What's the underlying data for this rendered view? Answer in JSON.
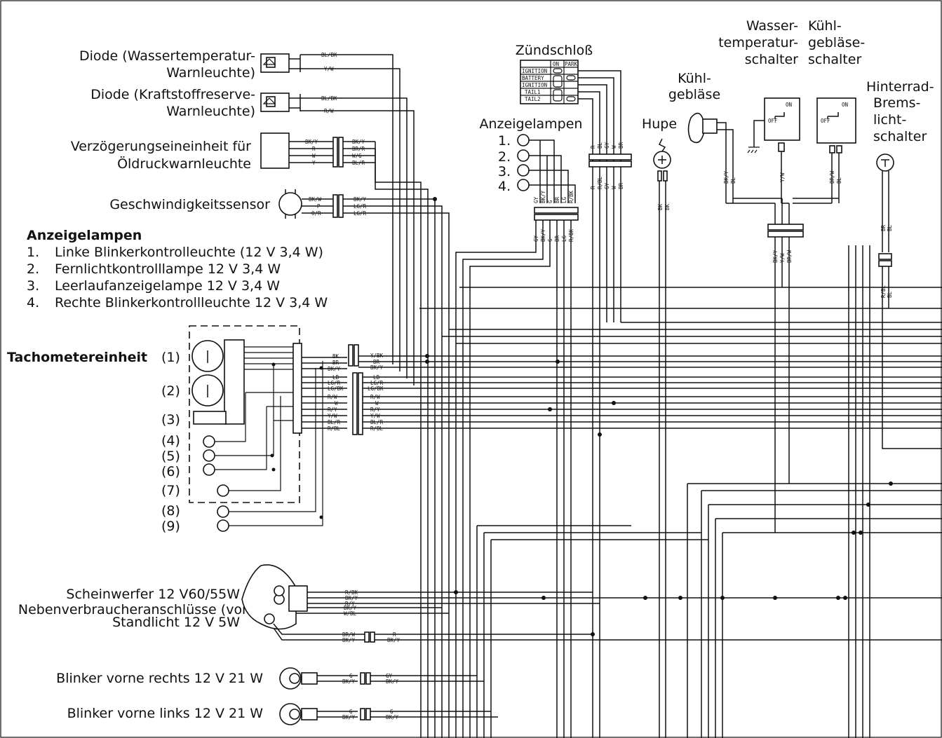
{
  "labels": {
    "diode_water_1": "Diode (Wassertemperatur-",
    "diode_water_2": "Warnleuchte)",
    "diode_fuel_1": "Diode (Kraftstoffreserve-",
    "diode_fuel_2": "Warnleuchte)",
    "delay_1": "Verzögerungseineinheit für",
    "delay_2": "Öldruckwarnleuchte",
    "speed_sensor": "Geschwindigkeitssensor",
    "ignition": "Zündschloß",
    "indicator_lamps_top": "Anzeigelampen",
    "horn": "Hupe",
    "fan_1": "Kühl-",
    "fan_2": "gebläse",
    "water_sw_1": "Wasser-",
    "water_sw_2": "temperatur-",
    "water_sw_3": "schalter",
    "fan_sw_1": "Kühl-",
    "fan_sw_2": "gebläse-",
    "fan_sw_3": "schalter",
    "brake_1": "Hinterrad-",
    "brake_2": "Brems-",
    "brake_3": "licht-",
    "brake_4": "schalter",
    "tacho": "Tachometereinheit",
    "aux": "Nebenverbraucheranschlüsse (vorn)",
    "headlight": "Scheinwerfer 12 V60/55W",
    "parking": "Standlicht 12 V 5W",
    "turn_fr": "Blinker vorne rechts 12 V 21 W",
    "turn_fl": "Blinker vorne links 12 V 21 W"
  },
  "legend": {
    "title": "Anzeigelampen",
    "items": [
      {
        "num": "1.",
        "text": "Linke Blinkerkontrolleuchte (12 V 3,4 W)"
      },
      {
        "num": "2.",
        "text": "Fernlichtkontrolllampe 12 V 3,4 W"
      },
      {
        "num": "3.",
        "text": "Leerlaufanzeigelampe 12 V 3,4 W"
      },
      {
        "num": "4.",
        "text": "Rechte Blinkerkontrollleuchte 12 V 3,4 W"
      }
    ]
  },
  "lamp_numbers": [
    "1.",
    "2.",
    "3.",
    "4."
  ],
  "tacho_terminals": [
    "(1)",
    "(2)",
    "(3)",
    "(4)",
    "(5)",
    "(6)",
    "(7)",
    "(8)",
    "(9)"
  ],
  "ignition_table": {
    "headers": [
      "ON",
      "PARK"
    ],
    "rows": [
      "IGNITION",
      "BATTERY",
      "IGNITION",
      "TAIL1",
      "TAIL2"
    ]
  },
  "switch_text": {
    "on": "ON",
    "off": "OFF"
  },
  "wire_codes": {
    "diode1": [
      "BL/BK",
      "Y/W"
    ],
    "diode2": [
      "BL/BK",
      "R/W"
    ],
    "delay_left": [
      "BK/Y",
      "R",
      "W",
      "Y"
    ],
    "delay_right": [
      "BK/Y",
      "BR/R",
      "W/G",
      "BL/R"
    ],
    "speed_left": [
      "BK/W",
      "P",
      "O/R"
    ],
    "speed_right": [
      "BK/Y",
      "LG/R",
      "LG/R"
    ],
    "tacho_left": [
      "BK",
      "BR",
      "BK/Y",
      "LB",
      "LG/R",
      "LG/BK",
      "R/W",
      "W",
      "R/Y",
      "Y/W",
      "BL/R",
      "R/BL"
    ],
    "tacho_right": [
      "Y/BK",
      "BR",
      "BK/Y",
      "LB",
      "LG/R",
      "LG/BK",
      "R/W",
      "W",
      "R/Y",
      "Y/W",
      "BL/R",
      "R/BL"
    ],
    "aux": [
      "BK/Y",
      "W/BL"
    ],
    "headlight": [
      "R/BK",
      "BK/Y",
      "R/Y"
    ],
    "parking_left": [
      "BR/W",
      "BK/Y"
    ],
    "parking_right": [
      "R",
      "BK/Y"
    ],
    "turn_fr_left": [
      "G",
      "BK/Y"
    ],
    "turn_fr_right": [
      "GY",
      "BK/Y"
    ],
    "turn_fl_left": [
      "G",
      "BK/Y"
    ],
    "turn_fl_right": [
      "G",
      "BK/Y"
    ],
    "lamps_top": [
      "GY",
      "BK/Y",
      "G",
      "BR",
      "LG",
      "R/BK"
    ],
    "lamps_bottom": [
      "GY",
      "BK/Y",
      "G",
      "BR",
      "LG",
      "R/BK"
    ],
    "ign_top": [
      "R",
      "BL",
      "GY",
      "W",
      "BR"
    ],
    "ign_bottom": [
      "R",
      "R/BL",
      "GY",
      "W",
      "BR"
    ],
    "horn": [
      "BK",
      "BK"
    ],
    "fan": [
      "BK/Y",
      "BL"
    ],
    "water_sw": [
      "Y/W"
    ],
    "fan_sw": [
      "BR/W",
      "BL"
    ],
    "joint_bottom": [
      "BK/Y",
      "Y/W",
      "BR/W"
    ],
    "brake_top": [
      "BR",
      "BL"
    ],
    "brake_bottom": [
      "R/BL",
      "BL"
    ]
  }
}
